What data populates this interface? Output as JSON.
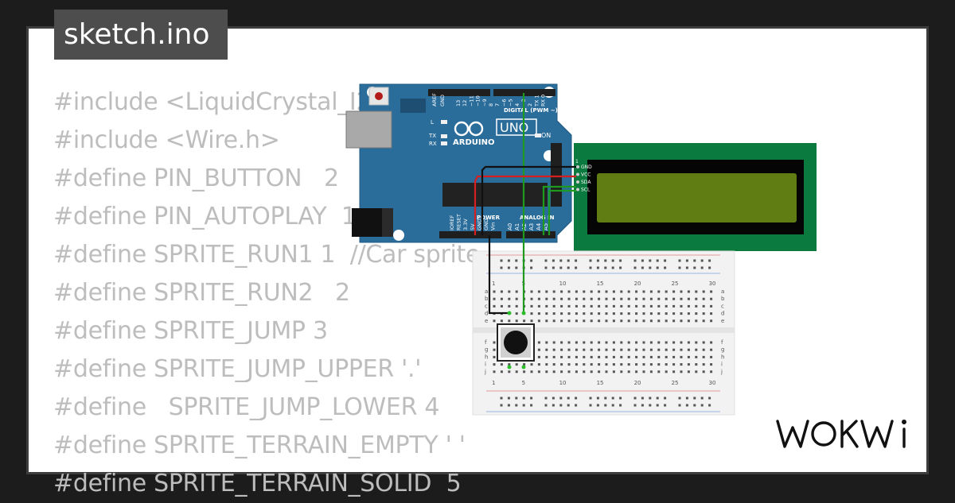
{
  "file_tab": {
    "label": "sketch.ino"
  },
  "code_lines": [
    "#include <LiquidCrystal_I2C.h>",
    "#include <Wire.h>",
    "#define PIN_BUTTON   2",
    "#define PIN_AUTOPLAY  1",
    "#define SPRITE_RUN1 1  //Car sprite",
    "#define SPRITE_RUN2   2",
    "#define SPRITE_JUMP 3",
    "#define SPRITE_JUMP_UPPER '.'",
    "#define   SPRITE_JUMP_LOWER 4",
    "#define SPRITE_TERRAIN_EMPTY ' '",
    "#define SPRITE_TERRAIN_SOLID  5"
  ],
  "arduino": {
    "brand": "ARDUINO",
    "model": "UNO",
    "digital_label": "DIGITAL (PWM ~)",
    "analog_label": "ANALOG IN",
    "power_label": "POWER",
    "on_label": "ON",
    "tx_label": "TX",
    "rx_label": "RX",
    "l_label": "L",
    "aref_label": "AREF",
    "gnd_label": "GND",
    "top_pins": [
      "13",
      "12",
      "~11",
      "~10",
      "~9",
      "8",
      "7",
      "~6",
      "~5",
      "4",
      "~3",
      "2",
      "TX 1",
      "RX 0"
    ],
    "power_pins": [
      "IOREF",
      "RESET",
      "3.3V",
      "5V",
      "GND",
      "GND",
      "Vin"
    ],
    "analog_pins": [
      "A0",
      "A1",
      "A2",
      "A3",
      "A4",
      "A5"
    ]
  },
  "lcd": {
    "pins": [
      "GND",
      "VCC",
      "SDA",
      "SCL"
    ],
    "marker": "1"
  },
  "breadboard": {
    "col_numbers": [
      "1",
      "5",
      "10",
      "15",
      "20",
      "25",
      "30"
    ],
    "rows_top": [
      "a",
      "b",
      "c",
      "d",
      "e"
    ],
    "rows_bottom": [
      "f",
      "g",
      "h",
      "i",
      "j"
    ]
  },
  "logo": {
    "text": "WOKWi"
  },
  "colors": {
    "background": "#1c1c1c",
    "card": "#ffffff",
    "tab": "#4d4d4d",
    "code_text": "#bdbdbd",
    "arduino_board": "#2a6c9a",
    "lcd_pcb": "#0b7a3e",
    "lcd_screen": "#5f7d12",
    "wire_green": "#1e9a1e",
    "wire_red": "#d42020",
    "wire_black": "#111111"
  }
}
